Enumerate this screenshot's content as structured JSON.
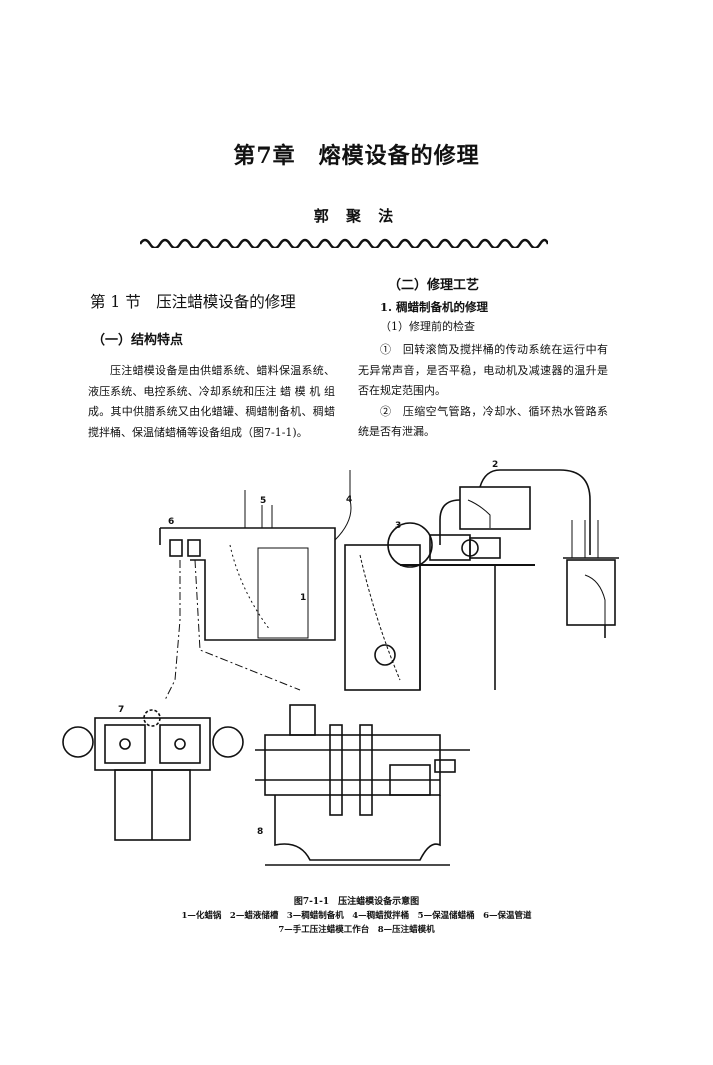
{
  "chapter_title": "第7章　熔模设备的修理",
  "author": "郭 聚 法",
  "left": {
    "section_title": "第 1 节　压注蜡模设备的修理",
    "subsection": "（一）结构特点",
    "paragraph_lines": [
      "压注蜡模设备是由供蜡系统、蜡料保温系统、",
      "液压系统、电控系统、冷却系统和压注 蜡 模 机 组",
      "成。其中供腊系统又由化蜡罐、稠蜡制备机、稠蜡",
      "搅拌桶、保温储蜡桶等设备组成（图7-1-1)。"
    ]
  },
  "right": {
    "subsection": "（二）修理工艺",
    "item_heading": "1. 稠蜡制备机的修理",
    "sub_item": "（1）修理前的检查",
    "paragraph_lines": [
      "①　回转滚筒及搅拌桶的传动系统在运行中有",
      "无异常声音，是否平稳，电动机及减速器的温升是",
      "否在规定范围内。",
      "②　压缩空气管路，冷却水、循环热水管路系",
      "统是否有泄漏。"
    ]
  },
  "figure": {
    "labels": [
      "1",
      "2",
      "3",
      "4",
      "5",
      "6",
      "7",
      "8"
    ],
    "caption": "图7-1-1　压注蜡模设备示意图",
    "legend_line1": "1—化蜡锅　2—蜡液储槽　3—稠蜡制备机　4—稠蜡搅拌桶　5—保温储蜡桶　6—保温管道",
    "legend_line2": "7—手工压注蜡模工作台　8—压注蜡模机"
  }
}
